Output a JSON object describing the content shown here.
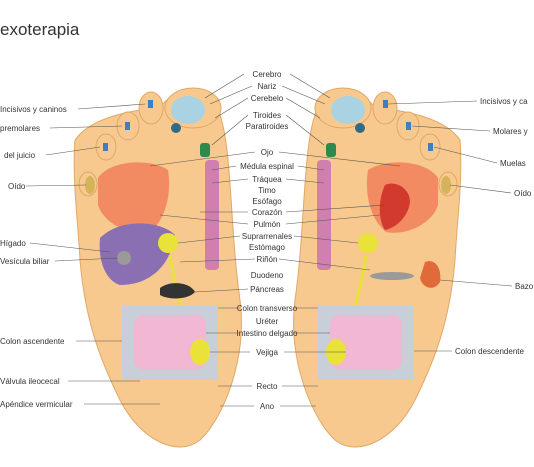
{
  "title": "exoterapia",
  "colors": {
    "skin": "#f7c98e",
    "skin_stroke": "#e0a867",
    "label_text": "#333333",
    "line": "#555555",
    "brain": "#a9d3e3",
    "pituitary": "#2f6a86",
    "thyroid": "#2e8a4c",
    "lung": "#f28a62",
    "heart": "#d23a2e",
    "liver": "#8a6fb3",
    "spleen": "#e06a3a",
    "stomach": "#d07fae",
    "adrenal": "#e8e239",
    "kidney": "#9a9a9a",
    "intestine": "#f2b7d2",
    "colon": "#c8cfd8",
    "bladder": "#e8e239",
    "teeth": "#3b7fc4",
    "ear": "#d6b35a"
  },
  "center_labels": [
    "Cerebro",
    "Nariz",
    "Cerebelo",
    "Tiroides",
    "Paratiroides",
    "Ojo",
    "Médula espinal",
    "Tráquea",
    "Timo",
    "Esófago",
    "Corazón",
    "Pulmón",
    "Suprarrenales",
    "Estómago",
    "Riñón",
    "Duodeno",
    "Páncreas",
    "Colon transverso",
    "Uréter",
    "Intestino delgado",
    "Vejiga",
    "Recto",
    "Ano"
  ],
  "left_labels": [
    "Incisivos y caninos",
    "premolares",
    "del juicio",
    "Oído",
    "Hígado",
    "Vesícula biliar",
    "Colon ascendente",
    "Válvula ileocecal",
    "Apéndice vermicular"
  ],
  "right_labels": [
    "Incisivos y ca",
    "Molares y",
    "Muelas",
    "Oído",
    "Bazo",
    "Colon descendente"
  ]
}
